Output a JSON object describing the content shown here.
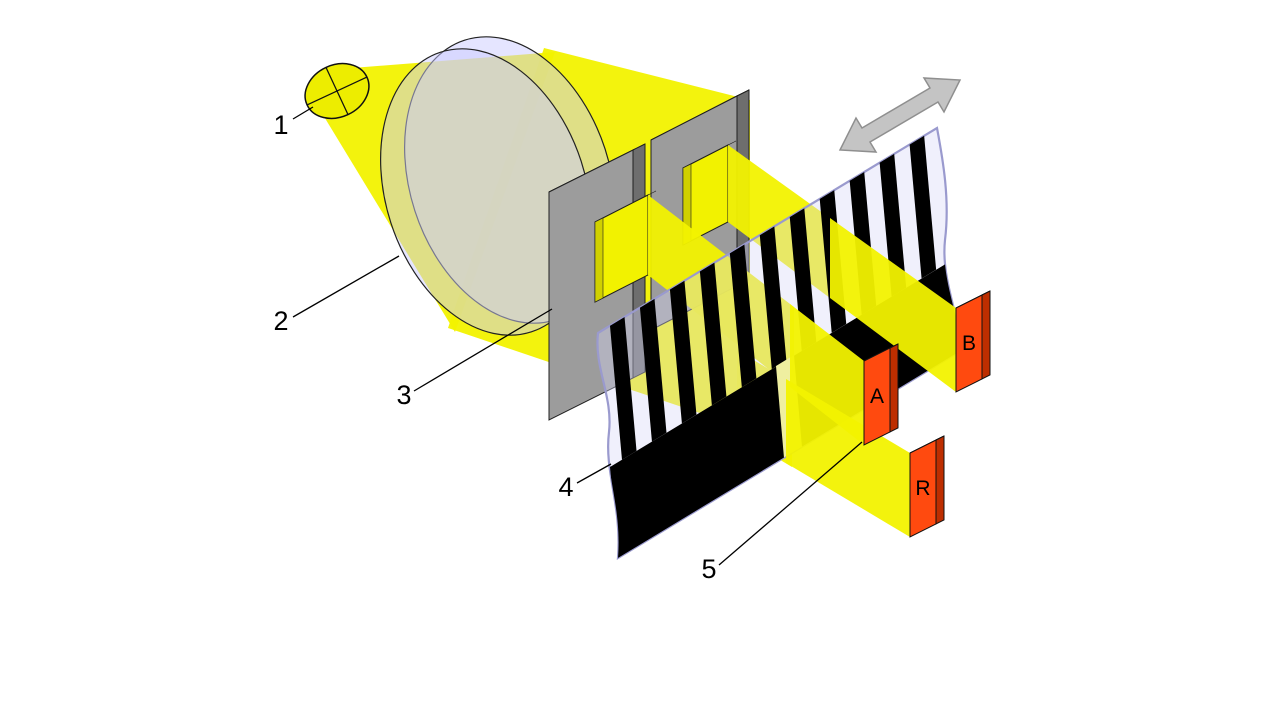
{
  "page": {
    "background": "#FFFFFF"
  },
  "labels": {
    "light_source": "1",
    "lens": "2",
    "mask": "3",
    "code_scale": "4",
    "detector": "5"
  },
  "detector_labels": {
    "a": "A",
    "b": "B",
    "r": "R"
  },
  "scale": {
    "stripe_count": 11
  },
  "colors": {
    "background": "#FFFFFF",
    "beam_yellow": "#F2F200",
    "bulb_yellow": "#EDED00",
    "glass_lavender": "#CCCCFF",
    "scale_lavender": "#D8D8F6",
    "scale_edge": "#9A9ACE",
    "mask_gray": "#9C9C9C",
    "mask_gray_light": "#C6C6C6",
    "mask_gray_dark": "#6E6E6E",
    "hole_wall_dark": "#9A9A00",
    "hole_wall_light": "#D0D000",
    "stripe_black": "#000000",
    "slot_light": "#EFEFA0",
    "detector_orange": "#FF4A0F",
    "detector_orange_light": "#FF8249",
    "detector_orange_dark": "#BD2E00",
    "arrow_gray": "#C4C4C4",
    "arrow_edge": "#8F8F8F",
    "label_color": "#000000"
  }
}
